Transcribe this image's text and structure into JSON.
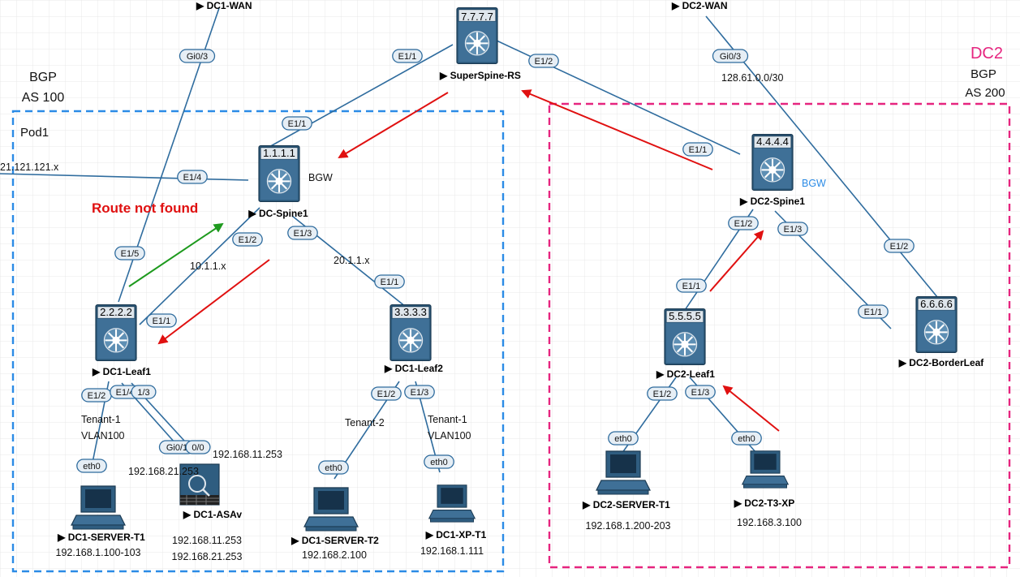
{
  "texts": {
    "dc1_wan": "DC1-WAN",
    "dc2_wan": "DC2-WAN",
    "dc2_title": "DC2",
    "dc1_bgp": "BGP",
    "dc1_as": "AS 100",
    "dc2_bgp": "BGP",
    "dc2_as": "AS 200",
    "pod1": "Pod1",
    "route_not_found": "Route not found",
    "subnet_121": "21.121.121.x",
    "subnet_10": "10.1.1.x",
    "subnet_20": "20.1.1.x",
    "subnet_128": "128.61.0.0/30",
    "bgw_dc1": "BGW",
    "bgw_dc2": "BGW",
    "tenant1_a": "Tenant-1",
    "vlan100_a": "VLAN100",
    "tenant2": "Tenant-2",
    "tenant1_b": "Tenant-1",
    "vlan100_b": "VLAN100",
    "asav_ip_top": "192.168.11.253",
    "asav_ip_left": "192.168.21.253"
  },
  "nodes": {
    "superspine": {
      "label": "SuperSpine-RS",
      "id": "7.7.7.7"
    },
    "dc_spine1": {
      "label": "DC-Spine1",
      "id": "1.1.1.1"
    },
    "dc1_leaf1": {
      "label": "DC1-Leaf1",
      "id": "2.2.2.2"
    },
    "dc1_leaf2": {
      "label": "DC1-Leaf2",
      "id": "3.3.3.3"
    },
    "dc2_spine1": {
      "label": "DC2-Spine1",
      "id": "4.4.4.4"
    },
    "dc2_leaf1": {
      "label": "DC2-Leaf1",
      "id": "5.5.5.5"
    },
    "dc2_borderleaf": {
      "label": "DC2-BorderLeaf",
      "id": "6.6.6.6"
    },
    "dc1_server_t1": {
      "label": "DC1-SERVER-T1",
      "ip": "192.168.1.100-103"
    },
    "dc1_asav": {
      "label": "DC1-ASAv",
      "ip1": "192.168.11.253",
      "ip2": "192.168.21.253"
    },
    "dc1_server_t2": {
      "label": "DC1-SERVER-T2",
      "ip": "192.168.2.100"
    },
    "dc1_xp_t1": {
      "label": "DC1-XP-T1",
      "ip": "192.168.1.111"
    },
    "dc2_server_t1": {
      "label": "DC2-SERVER-T1",
      "ip": "192.168.1.200-203"
    },
    "dc2_t3_xp": {
      "label": "DC2-T3-XP",
      "ip": "192.168.3.100"
    }
  },
  "interfaces": {
    "gi03_a": "Gi0/3",
    "gi03_b": "Gi0/3",
    "ss_e11": "E1/1",
    "ss_e12": "E1/2",
    "sp1_e11": "E1/1",
    "sp1_e14": "E1/4",
    "sp1_e12": "E1/2",
    "sp1_e13": "E1/3",
    "l1_e15": "E1/5",
    "l1_e11": "E1/1",
    "l1_e12": "E1/2",
    "l1_e14": "E1/4",
    "l1_e13": "1/3",
    "l2_e11": "E1/1",
    "l2_e12": "E1/2",
    "l2_e13": "E1/3",
    "asa_gi01": "Gi0/1",
    "asa_gi00": "0/0",
    "srv1_eth0": "eth0",
    "srv2_eth0": "eth0",
    "xp_eth0": "eth0",
    "dc2sp_e11": "E1/1",
    "dc2sp_e12": "E1/2",
    "dc2sp_e13": "E1/3",
    "dc2l1_e11": "E1/1",
    "dc2l1_e12": "E1/2",
    "dc2l1_e13": "E1/3",
    "bl_e11": "E1/1",
    "bl_e12": "E1/2",
    "dc2srv_eth0": "eth0",
    "dc2xp_eth0": "eth0"
  },
  "colors": {
    "link": "#2f6c9e",
    "pod_border": "#2b8be6",
    "dc2_border": "#e6257f",
    "arrow_red": "#e01010",
    "arrow_green": "#1e9a1e",
    "switch_body": "#2f5d80",
    "grid": "#e8e8e8"
  }
}
